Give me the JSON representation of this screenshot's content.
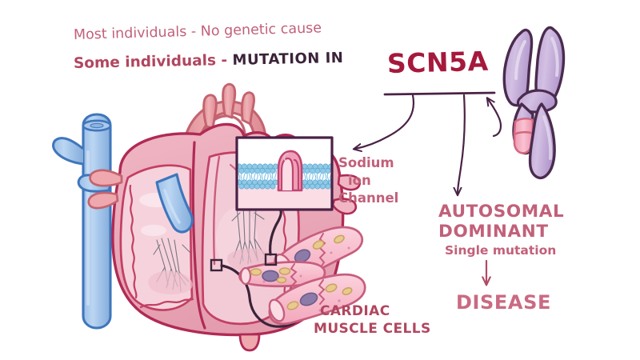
{
  "figure": {
    "topic": "SCN5A mutation and cardiac sodium ion channel",
    "background_color": "#ffffff"
  },
  "headlines": {
    "line1": "Most individuals - No genetic cause",
    "line2_prefix": "Some individuals - ",
    "line2_emphasis": "MUTATION IN",
    "gene": "SCN5A"
  },
  "labels": {
    "sodium_channel_l1": "Sodium",
    "sodium_channel_l2": "ion",
    "sodium_channel_l3": "Channel",
    "cardiac_l1": "CARDIAC",
    "cardiac_l2": "MUSCLE CELLS",
    "inheritance_l1": "AUTOSOMAL",
    "inheritance_l2": "DOMINANT",
    "single_mutation": "Single mutation",
    "outcome": "DISEASE"
  },
  "colors": {
    "rose_text": "#C2607A",
    "deep_rose_text": "#B1465F",
    "gene_crimson": "#A5193C",
    "ink_dark": "#3B2339",
    "heart_wall": "#E8A3B4",
    "heart_chamber": "#F3C6D2",
    "heart_outline": "#B02A55",
    "vessel_blue": "#8FB6E0",
    "vessel_blue_outline": "#4B7FC0",
    "aorta_pink": "#E79BA2",
    "chromosome_body": "#C5AFD8",
    "chromosome_outline": "#4A2B4E",
    "gene_band_pink": "#F2A7BC",
    "membrane_head_blue": "#7FC3E8",
    "membrane_tail_blue": "#8FC9E6",
    "channel_pink": "#F0A0B8",
    "cytosol_pink": "#FBDDE6",
    "cell_pink": "#F8BFCE",
    "nucleus_purple": "#8C7AA8",
    "mitochondria_gold": "#E3C07A",
    "wire_dark": "#3B2339"
  },
  "diagram_parts": {
    "heart": "anatomical-heart-cross-section",
    "membrane_box": "sodium-ion-channel-in-lipid-bilayer",
    "cells": "branching-cardiac-muscle-cells",
    "chromosome": "chromosome-with-gene-locus-band"
  },
  "annotations": {
    "arrow_gene_to_channel": "curved arrow from SCN5A underline to sodium ion channel",
    "arrow_gene_to_inheritance": "curved arrow from SCN5A underline to AUTOSOMAL DOMINANT",
    "arrow_to_chromosome": "curved arrow pointing up to gene band on chromosome",
    "arrow_single_to_disease": "downward arrow from Single mutation to DISEASE",
    "wire_heart_to_cells": "callout wire linking heart to cardiac muscle cells",
    "wire_cells_to_membrane": "callout wire linking cell to membrane inset"
  }
}
